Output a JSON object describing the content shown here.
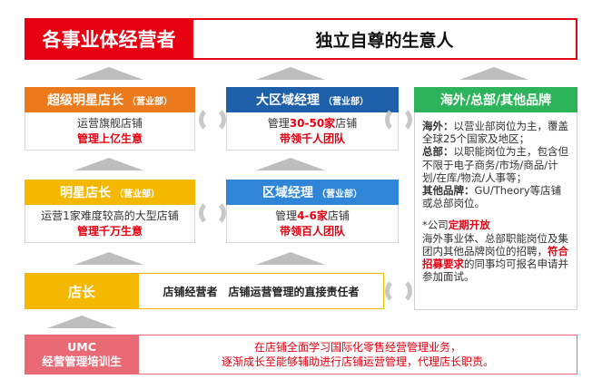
{
  "banner": {
    "left": "各事业体经营者",
    "right": "独立自尊的生意人"
  },
  "super_star": {
    "title": "超级明星店长",
    "tag": "（营业部）",
    "line1": "运营旗舰店铺",
    "line2": "管理上亿生意"
  },
  "regional_big": {
    "title": "大区域经理",
    "tag": "（营业部）",
    "line1_prefix": "管理",
    "line1_highlight": "30-50家",
    "line1_suffix": "店铺",
    "line2": "带领千人团队"
  },
  "overseas": {
    "title": "海外/总部/其他品牌",
    "overseas_label": "海外：",
    "overseas_text": "以营业部岗位为主，覆盖全球25个国家及地区；",
    "hq_label": "总部：",
    "hq_text": "以职能岗位为主，包含但不限于电子商务/市场/商品/计划/在库/物流/人事等；",
    "other_label": "其他品牌：",
    "other_text": "GU/Theory等店铺或总部岗位。",
    "note_prefix": "*公司",
    "note_highlight1": "定期开放",
    "note_middle": "海外事业体、总部职能岗位及集团内其他品牌岗位的招聘，",
    "note_highlight2": "符合招募要求",
    "note_suffix": "的同事均可报名申请并参加面试。"
  },
  "star": {
    "title": "明星店长",
    "tag": "（营业部）",
    "line1": "运营1家难度较高的大型店铺",
    "line2": "管理千万生意"
  },
  "regional": {
    "title": "区域经理",
    "tag": "（营业部）",
    "line1_prefix": "管理",
    "line1_highlight": "4-6家",
    "line1_suffix": "店铺",
    "line2": "带领百人团队"
  },
  "store_manager": {
    "title": "店长",
    "desc1": "店铺经营者",
    "desc2": "店铺运营管理的直接责任者"
  },
  "umc": {
    "title1": "UMC",
    "title2": "经营管理培训生",
    "line1": "在店铺全面学习国际化零售经营管理业务，",
    "line2": "逐渐成长至能够辅助进行店铺运营管理，代理店长职责。"
  },
  "colors": {
    "red": "#e60012",
    "orange": "#ea7a1c",
    "yellow": "#f5b800",
    "navy": "#1d5fa8",
    "blue": "#2f86d6",
    "green": "#2db45a",
    "pink": "#e96a75"
  }
}
